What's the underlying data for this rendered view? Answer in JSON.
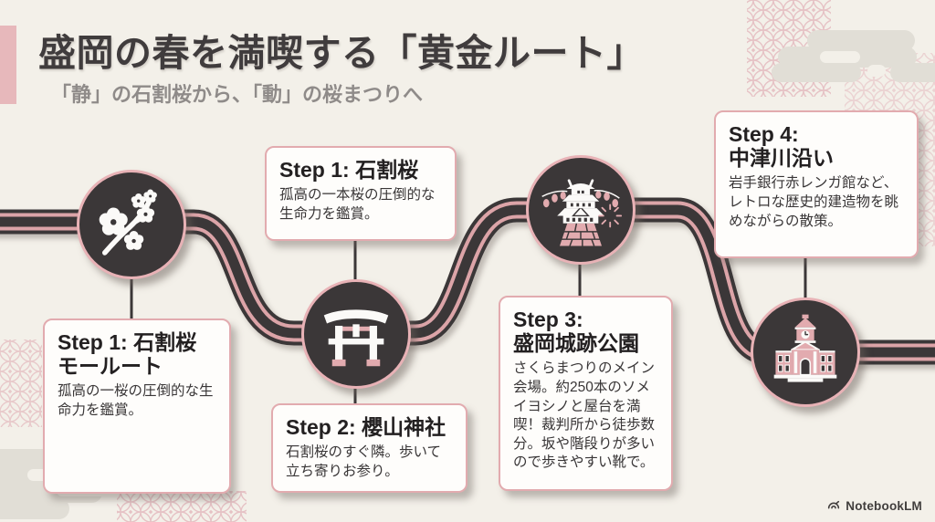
{
  "header": {
    "title": "盛岡の春を満喫する「黄金ルート」",
    "subtitle": "「静」の石割桜から、「動」の桜まつりへ"
  },
  "steps": [
    {
      "title": "Step 1: 石割桜",
      "body": "孤高の一本桜の圧倒的な生命力を鑑賞。"
    },
    {
      "title": "Step 1: 石割桜\nモールート",
      "body": "孤高の一桜の圧倒的な生命力を鑑賞。"
    },
    {
      "title": "Step 2: 櫻山神社",
      "body": "石割桜のすぐ隣。歩いて立ち寄りお参り。"
    },
    {
      "title": "Step 3:\n盛岡城跡公園",
      "body": "さくらまつりのメイン会場。約250本のソメイヨシノと屋台を満喫！裁判所から徒歩数分。坂や階段りが多いので歩きやすい靴で。"
    },
    {
      "title": "Step 4:\n中津川沿い",
      "body": "岩手銀行赤レンガ館など、レトロな歴史的建造物を眺めながらの散策。"
    }
  ],
  "route_nodes": [
    {
      "icon": "cherry-blossom-icon"
    },
    {
      "icon": "torii-gate-icon"
    },
    {
      "icon": "castle-festival-icon"
    },
    {
      "icon": "brick-building-icon"
    }
  ],
  "watermark": {
    "label": "NotebookLM",
    "icon": "notebooklm-logo-icon"
  },
  "colors": {
    "background": "#f3f0e9",
    "ink": "#3b3738",
    "accent_pink": "#e2abaf",
    "road_stripe_pink": "#dca4a8",
    "pattern_pink": "#e6c2c5",
    "cloud_gray": "#e1ded6",
    "subtitle_gray": "#8f8b89",
    "card_background": "#fefdfb"
  }
}
